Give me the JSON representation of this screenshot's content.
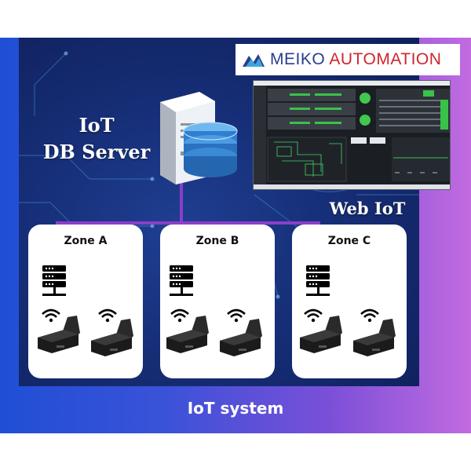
{
  "logo": {
    "brand": "MEIKO",
    "product": "AUTOMATION",
    "brand_color": "#2a3d8f",
    "product_color": "#d0242c"
  },
  "server_title": {
    "line1": "IoT",
    "line2": "DB Server"
  },
  "web_title": "Web IoT",
  "zones": [
    {
      "label": "Zone A"
    },
    {
      "label": "Zone B"
    },
    {
      "label": "Zone C"
    }
  ],
  "caption": "IoT system",
  "colors": {
    "connector": "#8a3fc8",
    "frame_left": "#1f4fd6",
    "frame_right": "#c26be0",
    "inner_bg": "#17307a",
    "zone_bg": "#ffffff"
  },
  "icons": [
    "meiko-logo-icon",
    "db-server-icon",
    "rack-server-icon",
    "wifi-icon",
    "iot-sensor-device-icon",
    "dashboard-screenshot"
  ]
}
